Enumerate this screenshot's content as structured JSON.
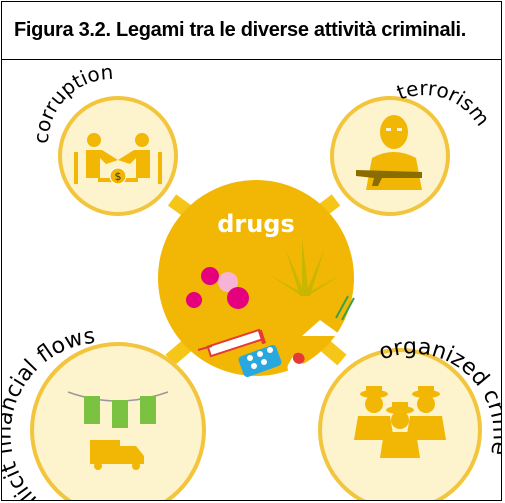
{
  "header": {
    "title": "Figura 3.2. Legami tra le diverse attività criminali."
  },
  "hub": {
    "label": "drugs",
    "icons": [
      "pill-icon",
      "cannabis-leaf-icon",
      "syringe-icon",
      "blister-pack-icon",
      "capsule-icon",
      "powder-line-icon"
    ]
  },
  "nodes": [
    {
      "id": "corruption",
      "label": "corruption",
      "icon": "handshake-bribe-icon"
    },
    {
      "id": "terrorism",
      "label": "terrorism",
      "icon": "armed-terrorist-icon"
    },
    {
      "id": "illicit-financial-flows",
      "label": "illicit financial flows",
      "icon": "money-laundering-icon"
    },
    {
      "id": "organized-crime",
      "label": "organized crime",
      "icon": "gangsters-icon"
    }
  ],
  "colors": {
    "hub": "#f2b705",
    "node_fill": "#fdf3cc",
    "node_ring": "#f2c53d",
    "connector": "#f5c518",
    "icon": "#f2b705",
    "accent": "#e5007e",
    "hub_label": "#ffffff"
  }
}
